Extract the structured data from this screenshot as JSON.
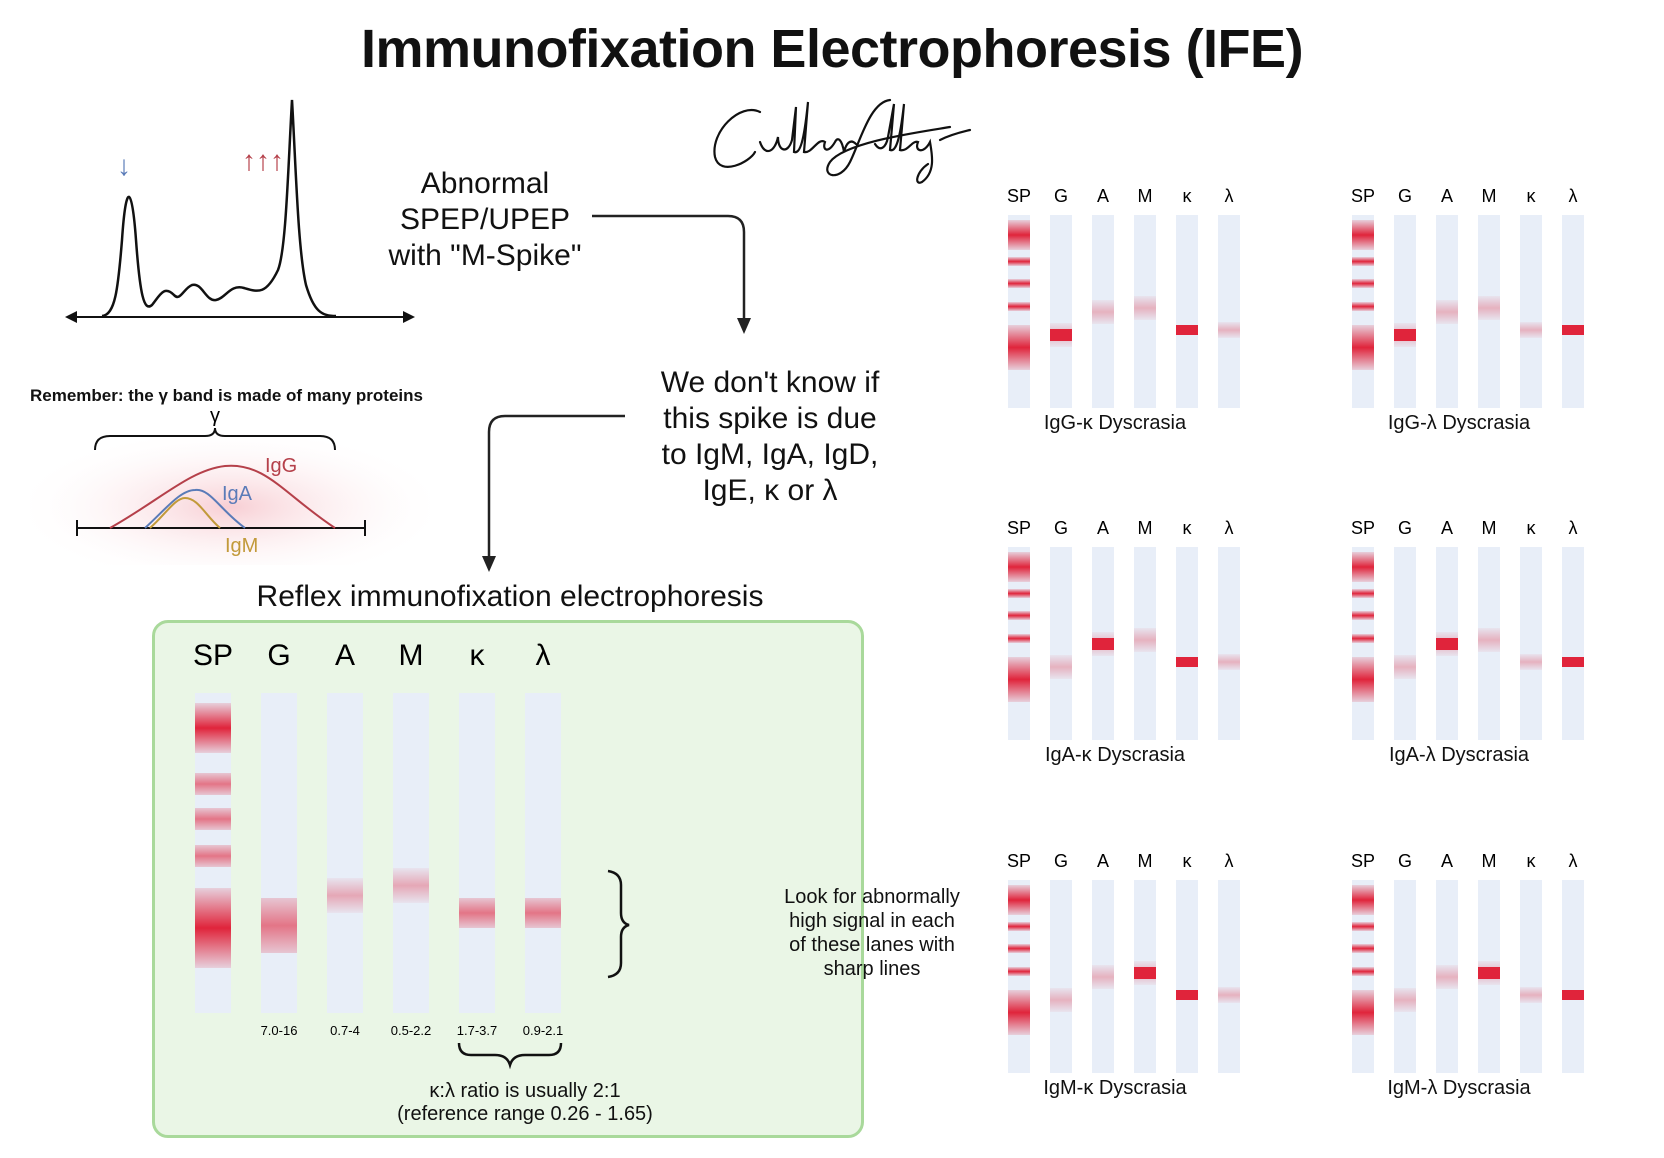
{
  "title": "Immunofixation Electrophoresis (IFE)",
  "signature_text": "Cullen Lilley",
  "flow": {
    "abnormal_lines": [
      "Abnormal",
      "SPEP/UPEP",
      "with \"M-Spike\""
    ],
    "unknown_lines": [
      "We don't know if",
      "this spike is due",
      "to IgM, IgA, IgD,",
      "IgE, κ or λ"
    ]
  },
  "spep": {
    "down_arrow": "↓",
    "up_arrows": "↑↑↑"
  },
  "gamma": {
    "reminder": "Remember: the γ band is made of many proteins",
    "symbol": "γ",
    "labels": [
      "IgG",
      "IgA",
      "IgM"
    ],
    "colors": {
      "IgG": "#b5404a",
      "IgA": "#5a7bb8",
      "IgM": "#c29a3a"
    }
  },
  "reflex": {
    "title": "Reflex immunofixation electrophoresis",
    "lanes": [
      "SP",
      "G",
      "A",
      "M",
      "κ",
      "λ"
    ],
    "ranges": [
      "",
      "7.0-16",
      "0.7-4",
      "0.5-2.2",
      "1.7-3.7",
      "0.9-2.1"
    ],
    "lookfor_lines": [
      "Look for abnormally",
      "high signal in each",
      "of these lanes with",
      "sharp lines"
    ],
    "ratio_lines": [
      "κ:λ ratio is usually 2:1",
      "(reference range 0.26 - 1.65)"
    ]
  },
  "colors": {
    "band": "#e0243b",
    "lane": "#e8eef8",
    "panel_bg": "#eaf6e6",
    "panel_border": "#a9d99b"
  },
  "dyscrasias": [
    {
      "caption": "IgG-κ Dyscrasia",
      "spike": "G",
      "light": "κ"
    },
    {
      "caption": "IgG-λ Dyscrasia",
      "spike": "G",
      "light": "λ"
    },
    {
      "caption": "IgA-κ Dyscrasia",
      "spike": "A",
      "light": "κ"
    },
    {
      "caption": "IgA-λ Dyscrasia",
      "spike": "A",
      "light": "λ"
    },
    {
      "caption": "IgM-κ Dyscrasia",
      "spike": "M",
      "light": "κ"
    },
    {
      "caption": "IgM-λ Dyscrasia",
      "spike": "M",
      "light": "λ"
    }
  ]
}
